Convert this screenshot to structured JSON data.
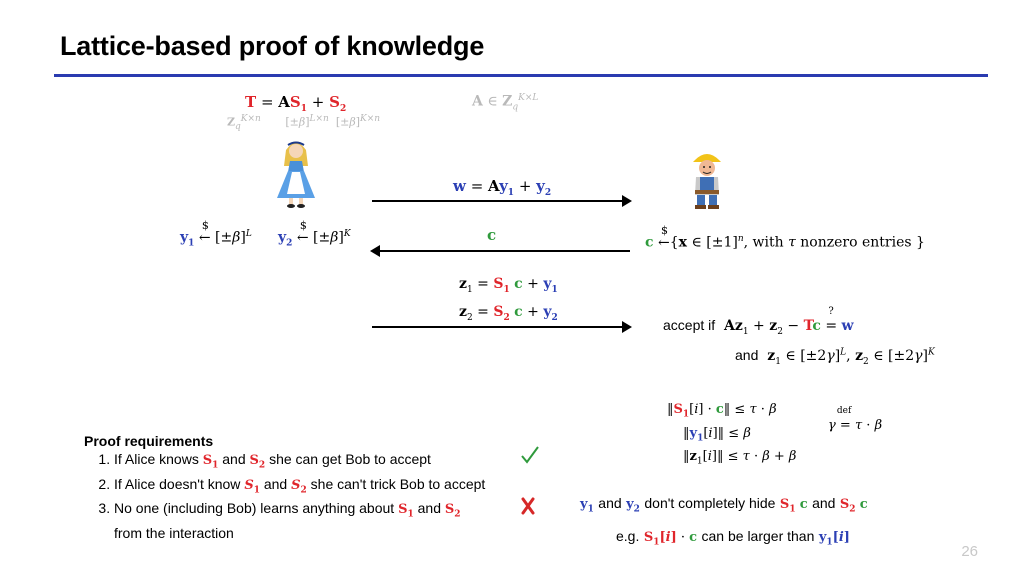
{
  "title": "Lattice-based proof of knowledge",
  "page_number": "26",
  "icons": {
    "alice": "alice-figure-icon",
    "bob": "bob-builder-figure-icon",
    "check": "check-mark-icon",
    "cross": "cross-mark-icon"
  },
  "colors": {
    "rule": "#2a3bb0",
    "red": "#e0252b",
    "blue": "#2b3fb4",
    "green": "#2f9a3c",
    "gray": "#b9b9b9"
  },
  "protocol": {
    "msg1_label": "w = Ay1 + y2",
    "msg2_label": "c",
    "msg3_line1": "z1 = S1 c + y1",
    "msg3_line2": "z2 = S2 c + y2",
    "accept_prefix": "accept if",
    "and_prefix": "and"
  },
  "requirements": {
    "heading": "Proof requirements",
    "item1_a": "If Alice knows",
    "item1_mid": "and",
    "item1_b": "she can get Bob to accept",
    "item2_a": "If Alice doesn't know",
    "item2_mid": "and",
    "item2_b": "she can't trick Bob to accept",
    "item3_a": "No one (including Bob) learns anything about",
    "item3_mid": "and",
    "item3_b": "from the interaction"
  },
  "notes": {
    "hide_and1": "and",
    "hide_text": "don't completely hide",
    "hide_and2": "and",
    "eg_prefix": "e.g.",
    "eg_mid": "can be larger than"
  }
}
